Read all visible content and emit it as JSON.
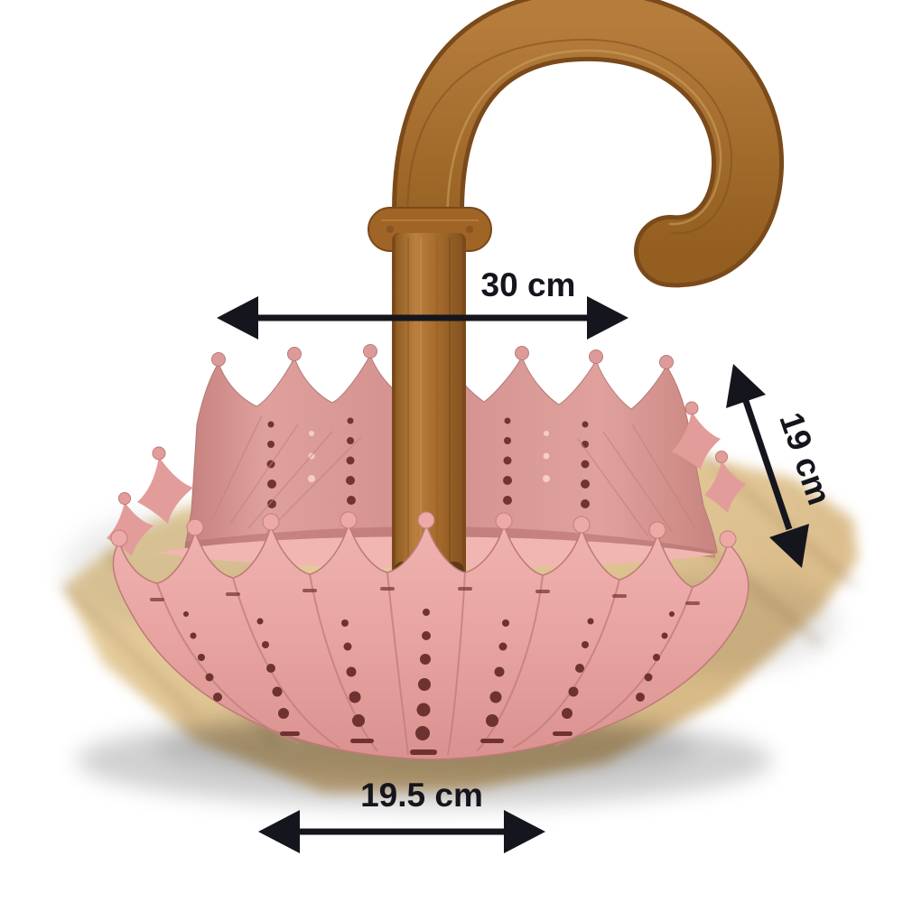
{
  "subject": "Umbrella-shaped pink wooden basket with curved wooden handle on a wood floor, annotated with product dimensions",
  "annotations": {
    "width": "30 cm",
    "depth": "19 cm",
    "base_width": "19.5 cm"
  },
  "colors": {
    "basket_pink": "#e7a3a0",
    "basket_hole_dark": "#6e3231",
    "handle_brown": "#a9712f",
    "floor_wood": "#ddc091",
    "annotation_ink": "#15151d",
    "background": "#ffffff"
  }
}
